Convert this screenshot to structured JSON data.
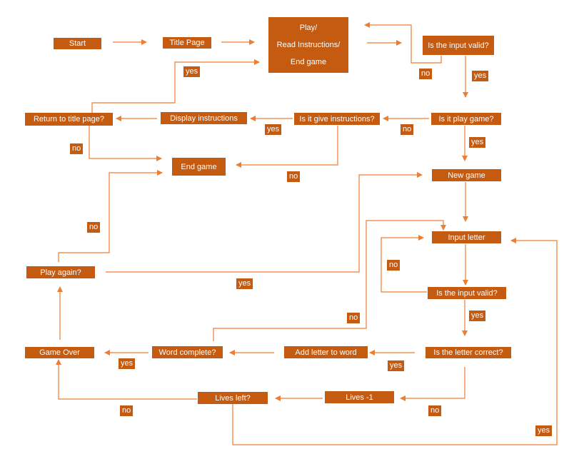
{
  "colors": {
    "node_fill": "#c55a11",
    "arrow": "#ed7d31",
    "text": "#ffffff"
  },
  "nodes": {
    "start": "Start",
    "title_page": "Title Page",
    "menu": {
      "line1": "Play/",
      "line2": "Read Instructions/",
      "line3": "End game"
    },
    "input_valid_menu": "Is the input valid?",
    "play_game": "Is it play game?",
    "give_instructions": "Is it give instructions?",
    "display_instructions": "Display instructions",
    "return_title": "Return to title page?",
    "end_game": "End game",
    "new_game": "New game",
    "input_letter": "Input letter",
    "input_valid_letter": "Is the input valid?",
    "letter_correct": "Is the letter correct?",
    "add_letter": "Add letter to word",
    "word_complete": "Word complete?",
    "game_over": "Game Over",
    "play_again": "Play again?",
    "lives_minus": "Lives -1",
    "lives_left": "Lives left?"
  },
  "labels": {
    "yes_return": "yes",
    "no_menu_valid": "no",
    "yes_menu_valid": "yes",
    "no_play": "no",
    "yes_instr": "yes",
    "yes_play": "yes",
    "no_return": "no",
    "no_instr": "no",
    "no_play_again": "no",
    "no_letter_valid": "no",
    "yes_play_again": "yes",
    "yes_letter_valid": "yes",
    "no_word_complete": "no",
    "yes_word_complete": "yes",
    "yes_letter_correct": "yes",
    "no_lives": "no",
    "no_letter_correct": "no",
    "yes_lives": "yes"
  }
}
